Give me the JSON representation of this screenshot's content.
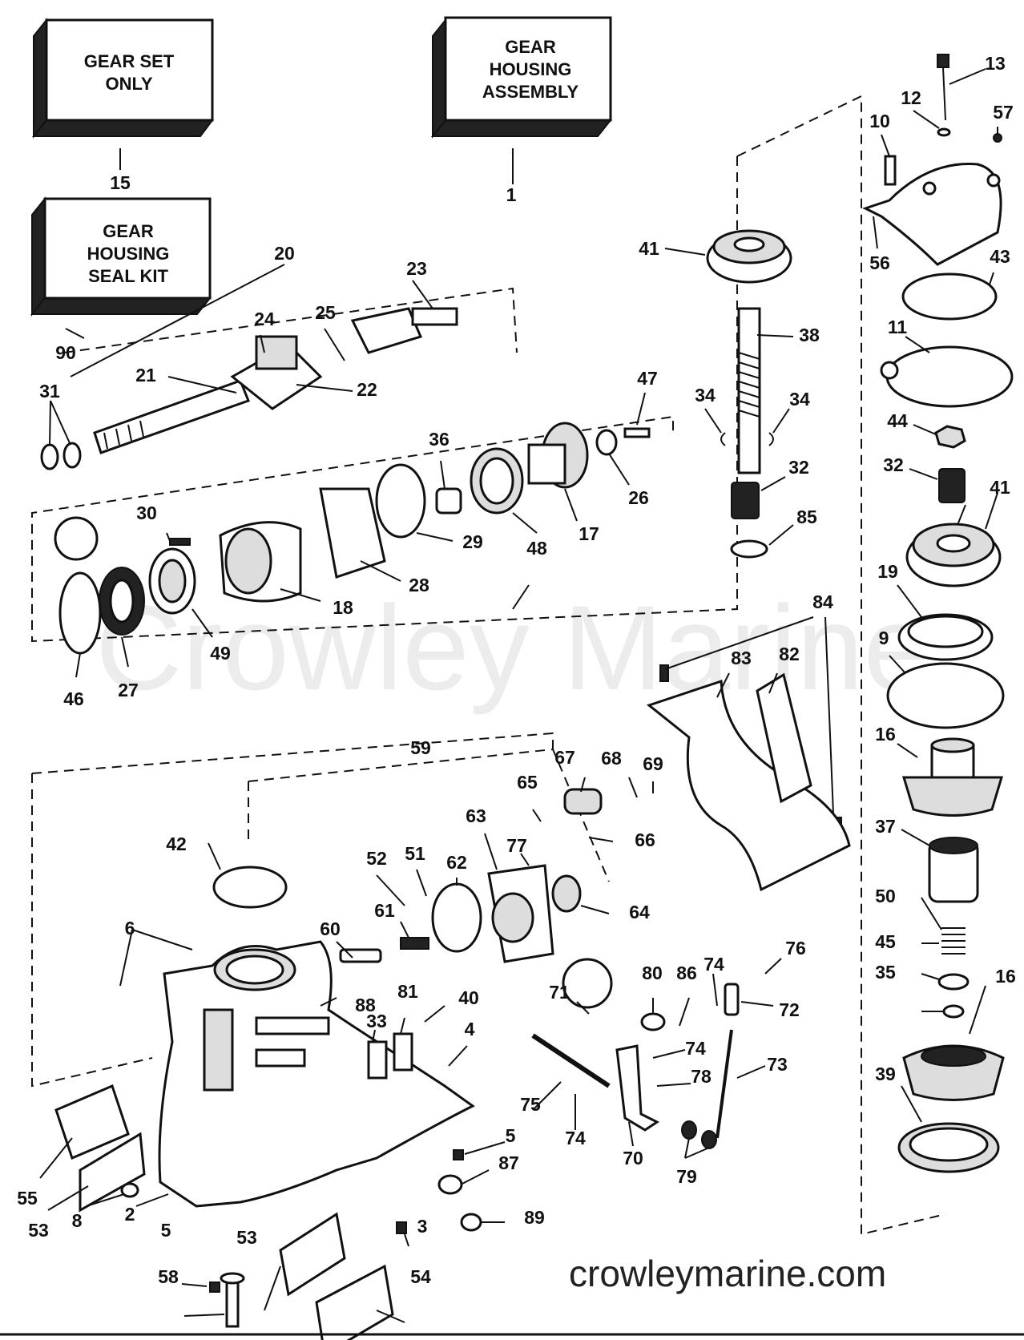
{
  "boxes": [
    {
      "lines": [
        "GEAR SET",
        "ONLY"
      ],
      "number": "15"
    },
    {
      "lines": [
        "GEAR",
        "HOUSING",
        "ASSEMBLY"
      ],
      "number": "1"
    },
    {
      "lines": [
        "GEAR",
        "HOUSING",
        "SEAL KIT"
      ],
      "number": "90"
    }
  ],
  "callouts": [
    "13",
    "12",
    "57",
    "10",
    "56",
    "43",
    "11",
    "44",
    "32",
    "41",
    "19",
    "9",
    "16",
    "37",
    "50",
    "45",
    "35",
    "16",
    "39",
    "41",
    "38",
    "34",
    "34",
    "32",
    "85",
    "84",
    "82",
    "83",
    "20",
    "23",
    "25",
    "24",
    "21",
    "22",
    "31",
    "47",
    "36",
    "26",
    "17",
    "48",
    "29",
    "28",
    "30",
    "18",
    "49",
    "27",
    "46",
    "59",
    "65",
    "67",
    "68",
    "69",
    "66",
    "63",
    "77",
    "64",
    "62",
    "42",
    "52",
    "51",
    "61",
    "60",
    "6",
    "88",
    "81",
    "33",
    "40",
    "4",
    "71",
    "80",
    "86",
    "74",
    "76",
    "72",
    "74",
    "78",
    "73",
    "75",
    "74",
    "70",
    "79",
    "5",
    "87",
    "89",
    "3",
    "55",
    "53",
    "8",
    "2",
    "5",
    "53",
    "54",
    "58"
  ],
  "watermark": "Crowley Marine",
  "website": "crowleymarine.com"
}
